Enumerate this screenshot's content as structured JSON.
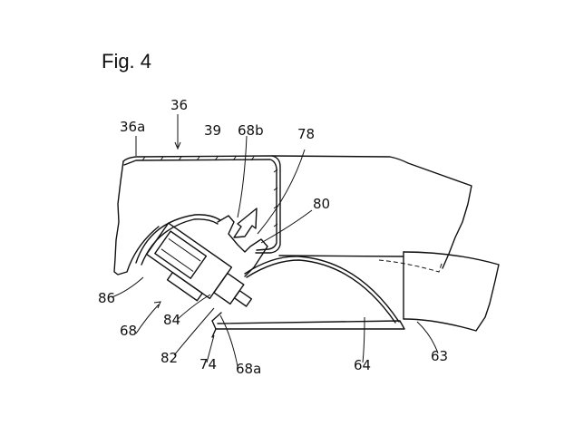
{
  "figure": {
    "title": "Fig. 4",
    "labels": {
      "l36": "36",
      "l36a": "36a",
      "l39": "39",
      "l68b": "68b",
      "l78": "78",
      "l80": "80",
      "l86": "86",
      "l68": "68",
      "l84": "84",
      "l82": "82",
      "l74": "74",
      "l68a": "68a",
      "l64": "64",
      "l63": "63"
    }
  }
}
